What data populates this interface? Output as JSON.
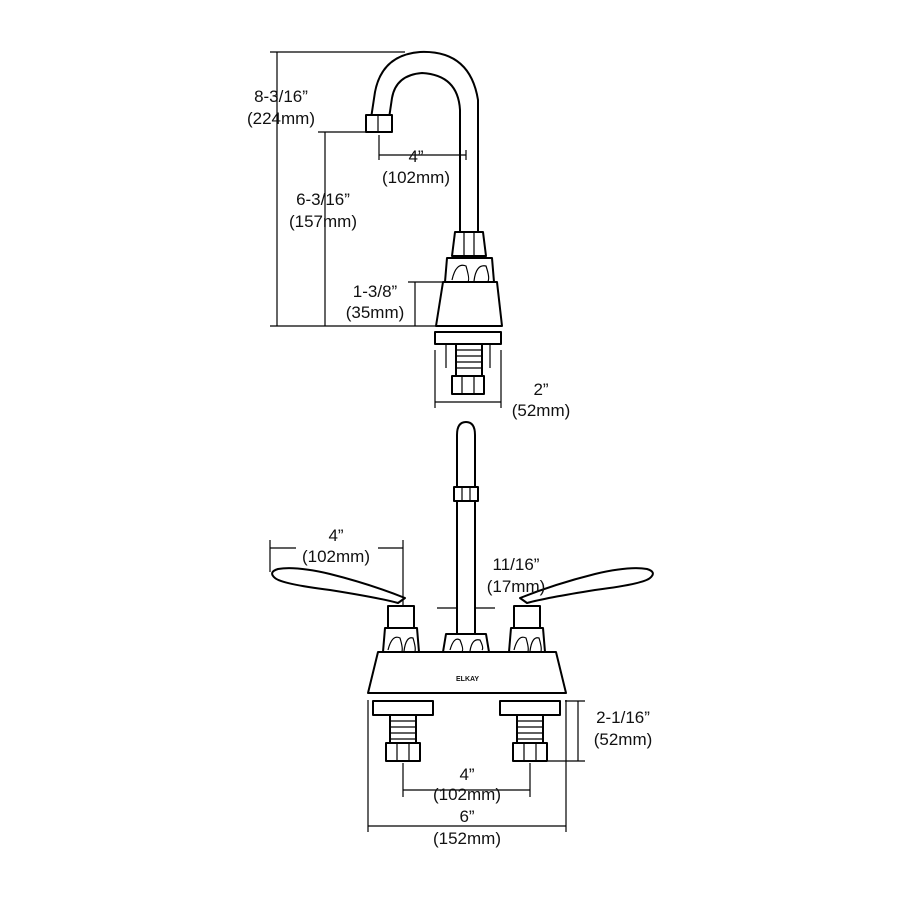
{
  "brand": "ELKAY",
  "dimensions": {
    "total_height": {
      "inches": "8-3/16”",
      "mm": "(224mm)"
    },
    "spout_clearance": {
      "inches": "6-3/16”",
      "mm": "(157mm)"
    },
    "spout_reach": {
      "inches": "4”",
      "mm": "(102mm)"
    },
    "base_height": {
      "inches": "1-3/8”",
      "mm": "(35mm)"
    },
    "shank_length": {
      "inches": "2”",
      "mm": "(52mm)"
    },
    "handle_length": {
      "inches": "4”",
      "mm": "(102mm)"
    },
    "spout_diameter": {
      "inches": "11/16”",
      "mm": "(17mm)"
    },
    "shank_height": {
      "inches": "2-1/16”",
      "mm": "(52mm)"
    },
    "center_spacing": {
      "inches": "4”",
      "mm": "(102mm)"
    },
    "overall_width": {
      "inches": "6”",
      "mm": "(152mm)"
    }
  }
}
